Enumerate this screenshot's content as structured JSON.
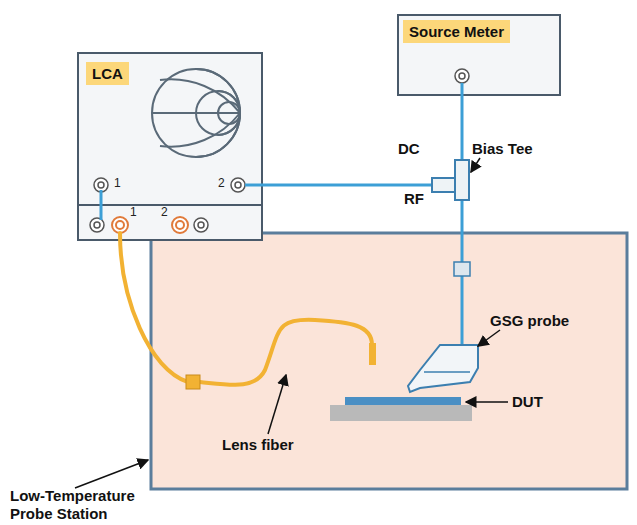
{
  "diagram": {
    "nodes": [
      {
        "text": [
          "LCA",
          "1",
          "2",
          "1",
          "2"
        ]
      },
      {
        "text": [
          "Source Meter"
        ]
      }
    ],
    "labels": [
      "DC",
      "RF",
      "Bias Tee",
      "GSG probe",
      "Lens fiber",
      "DUT",
      "Low-Temperature Probe Station"
    ]
  }
}
